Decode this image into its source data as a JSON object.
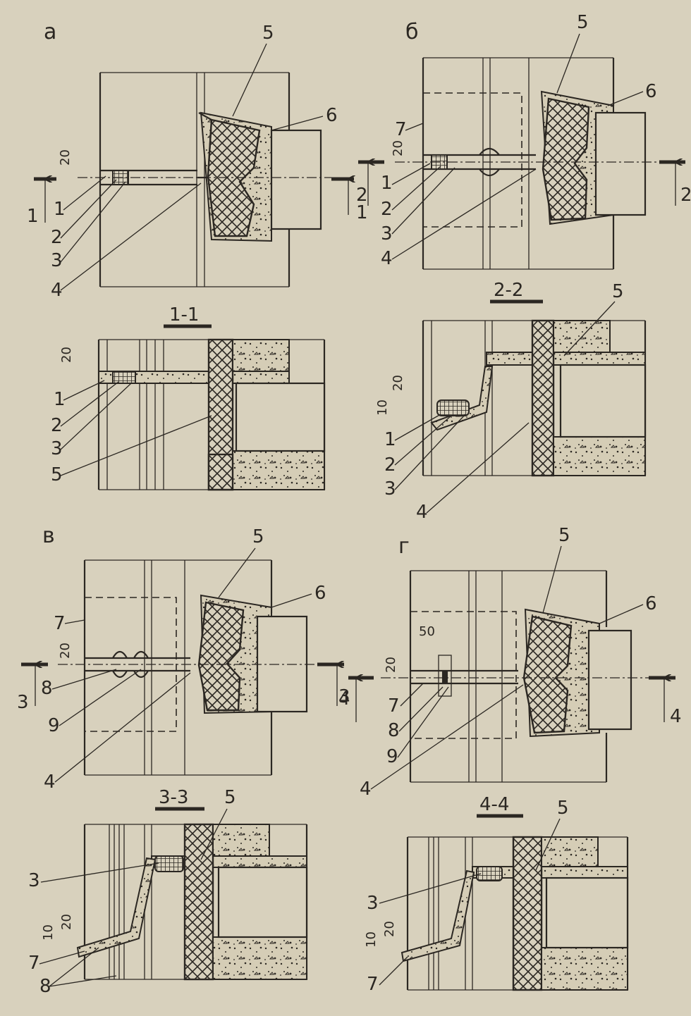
{
  "panels": {
    "a": {
      "letter": "а",
      "plan": {
        "callouts": [
          "5",
          "6",
          "20",
          "1",
          "2",
          "3",
          "4"
        ],
        "cut": {
          "left": "1",
          "right": "1"
        }
      },
      "section": {
        "title": "1-1",
        "callouts": [
          "20",
          "1",
          "2",
          "3",
          "5"
        ]
      }
    },
    "b": {
      "letter": "б",
      "plan": {
        "callouts": [
          "5",
          "6",
          "7",
          "20",
          "1",
          "2",
          "3",
          "4"
        ],
        "cut": {
          "left": "2",
          "right": "2"
        }
      },
      "section": {
        "title": "2-2",
        "callouts": [
          "5",
          "20",
          "10",
          "1",
          "2",
          "3",
          "4"
        ]
      }
    },
    "v": {
      "letter": "в",
      "plan": {
        "callouts": [
          "5",
          "6",
          "7",
          "20",
          "8",
          "9",
          "4"
        ],
        "cut": {
          "left": "3",
          "right": "3"
        }
      },
      "section": {
        "title": "3-3",
        "callouts": [
          "5",
          "3",
          "10",
          "20",
          "7",
          "8"
        ]
      }
    },
    "g": {
      "letter": "г",
      "plan": {
        "callouts": [
          "5",
          "6",
          "50",
          "20",
          "7",
          "8",
          "9",
          "4"
        ],
        "cut": {
          "left": "4",
          "right": "4"
        }
      },
      "section": {
        "title": "4-4",
        "callouts": [
          "5",
          "3",
          "10",
          "20",
          "7"
        ]
      }
    }
  }
}
